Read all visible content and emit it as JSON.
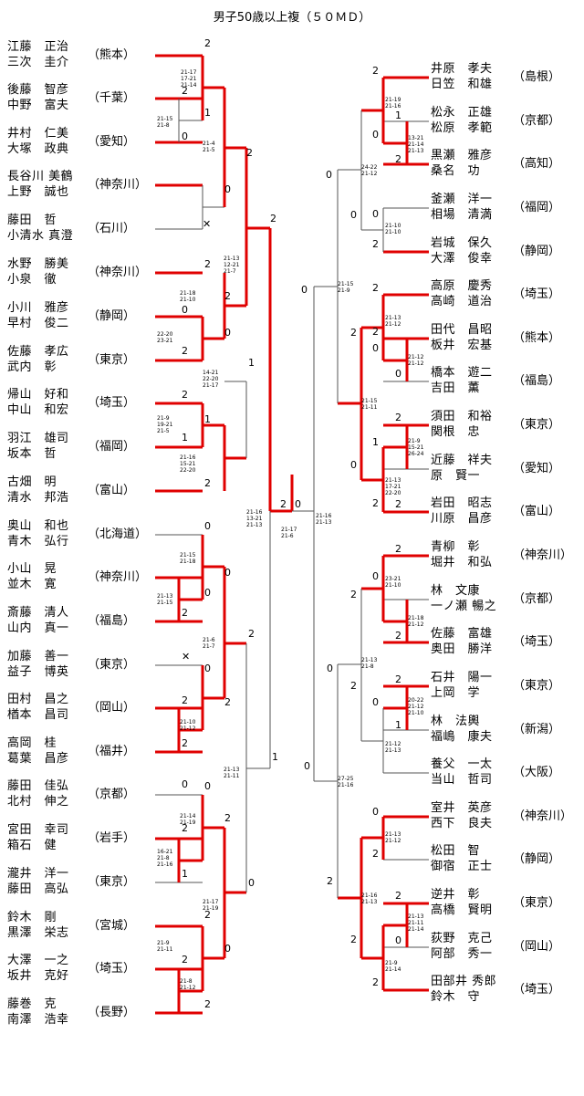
{
  "title": "男子50歳以上複（５０ＭＤ）",
  "left_teams": [
    {
      "p1": "江藤　正治",
      "p2": "三次　圭介",
      "pref": "（熊本）"
    },
    {
      "p1": "後藤　智彦",
      "p2": "中野　富夫",
      "pref": "（千葉）"
    },
    {
      "p1": "井村　仁美",
      "p2": "大塚　政典",
      "pref": "（愛知）"
    },
    {
      "p1": "長谷川 美鶴",
      "p2": "上野　誠也",
      "pref": "（神奈川）"
    },
    {
      "p1": "藤田　哲",
      "p2": "小清水 真澄",
      "pref": "（石川）"
    },
    {
      "p1": "水野　勝美",
      "p2": "小泉　徹",
      "pref": "（神奈川）"
    },
    {
      "p1": "小川　雅彦",
      "p2": "早村　俊二",
      "pref": "（静岡）"
    },
    {
      "p1": "佐藤　孝広",
      "p2": "武内　彰",
      "pref": "（東京）"
    },
    {
      "p1": "帰山　好和",
      "p2": "中山　和宏",
      "pref": "（埼玉）"
    },
    {
      "p1": "羽江　雄司",
      "p2": "坂本　哲",
      "pref": "（福岡）"
    },
    {
      "p1": "古畑　明",
      "p2": "清水　邦浩",
      "pref": "（富山）"
    },
    {
      "p1": "奥山　和也",
      "p2": "青木　弘行",
      "pref": "（北海道）"
    },
    {
      "p1": "小山　晃",
      "p2": "並木　寛",
      "pref": "（神奈川）"
    },
    {
      "p1": "斎藤　清人",
      "p2": "山内　真一",
      "pref": "（福島）"
    },
    {
      "p1": "加藤　善一",
      "p2": "益子　博英",
      "pref": "（東京）"
    },
    {
      "p1": "田村　昌之",
      "p2": "楢本　昌司",
      "pref": "（岡山）"
    },
    {
      "p1": "高岡　桂",
      "p2": "葛葉　昌彦",
      "pref": "（福井）"
    },
    {
      "p1": "藤田　佳弘",
      "p2": "北村　伸之",
      "pref": "（京都）"
    },
    {
      "p1": "宮田　幸司",
      "p2": "箱石　健",
      "pref": "（岩手）"
    },
    {
      "p1": "瀧井　洋一",
      "p2": "藤田　高弘",
      "pref": "（東京）"
    },
    {
      "p1": "鈴木　剛",
      "p2": "黒澤　栄志",
      "pref": "（宮城）"
    },
    {
      "p1": "大澤　一之",
      "p2": "坂井　克好",
      "pref": "（埼玉）"
    },
    {
      "p1": "藤巻　克",
      "p2": "南澤　浩幸",
      "pref": "（長野）"
    }
  ],
  "right_teams": [
    {
      "p1": "井原　孝夫",
      "p2": "日笠　和雄",
      "pref": "（島根）"
    },
    {
      "p1": "松永　正雄",
      "p2": "松原　孝範",
      "pref": "（京都）"
    },
    {
      "p1": "黒瀬　雅彦",
      "p2": "桑名　功",
      "pref": "（高知）"
    },
    {
      "p1": "釜瀬　洋一",
      "p2": "相場　清満",
      "pref": "（福岡）"
    },
    {
      "p1": "岩城　保久",
      "p2": "大澤　俊幸",
      "pref": "（静岡）"
    },
    {
      "p1": "高原　慶秀",
      "p2": "高崎　道治",
      "pref": "（埼玉）"
    },
    {
      "p1": "田代　昌昭",
      "p2": "板井　宏基",
      "pref": "（熊本）"
    },
    {
      "p1": "橋本　遊二",
      "p2": "吉田　薫",
      "pref": "（福島）"
    },
    {
      "p1": "須田　和裕",
      "p2": "関根　忠",
      "pref": "（東京）"
    },
    {
      "p1": "近藤　祥夫",
      "p2": "原　賢一",
      "pref": "（愛知）"
    },
    {
      "p1": "岩田　昭志",
      "p2": "川原　昌彦",
      "pref": "（富山）"
    },
    {
      "p1": "青柳　彰",
      "p2": "堀井　和弘",
      "pref": "（神奈川）"
    },
    {
      "p1": "林　文康",
      "p2": "一ノ瀬 暢之",
      "pref": "（京都）"
    },
    {
      "p1": "佐藤　富雄",
      "p2": "奥田　勝洋",
      "pref": "（埼玉）"
    },
    {
      "p1": "石井　陽一",
      "p2": "上岡　学",
      "pref": "（東京）"
    },
    {
      "p1": "林　法輿",
      "p2": "福嶋　康夫",
      "pref": "（新潟）"
    },
    {
      "p1": "養父　一太",
      "p2": "当山　哲司",
      "pref": "（大阪）"
    },
    {
      "p1": "室井　英彦",
      "p2": "西下　良夫",
      "pref": "（神奈川）"
    },
    {
      "p1": "松田　智",
      "p2": "御宿　正士",
      "pref": "（静岡）"
    },
    {
      "p1": "逆井　彰",
      "p2": "高橋　賢明",
      "pref": "（東京）"
    },
    {
      "p1": "荻野　克己",
      "p2": "阿部　秀一",
      "pref": "（岡山）"
    },
    {
      "p1": "田部井 秀郎",
      "p2": "鈴木　守",
      "pref": "（埼玉）"
    }
  ],
  "results": {
    "l1": "2",
    "l2": "2",
    "l2b": "1",
    "l3": "0",
    "l4": "0",
    "l5": "✕",
    "l12": "2",
    "l12b": "0",
    "l1234": "2",
    "l6": "2",
    "l7": "0",
    "l7b": "0",
    "l8": "2",
    "l67": "2",
    "l678": "1",
    "l9": "2",
    "l10": "1",
    "l10b": "1",
    "l11": "2",
    "l911": "1",
    "lA": "2",
    "lfin": "2",
    "l12r": "0",
    "l13": "0",
    "l14": "2",
    "l13b": "0",
    "l15": "✕",
    "l16": "2",
    "l16b": "0",
    "l17": "2",
    "l1517": "2",
    "lB1": "2",
    "l18": "0",
    "l19": "2",
    "l20": "1",
    "l19b": "2",
    "l21": "2",
    "l22": "0",
    "l23": "2",
    "l22b": "2",
    "l1823": "0",
    "lB2": "0",
    "lB": "1",
    "r1": "2",
    "r2": "1",
    "r3": "2",
    "r23": "0",
    "r4": "0",
    "r5": "2",
    "r45": "0",
    "rA1": "0",
    "r6": "2",
    "r7": "2",
    "r8": "0",
    "r78": "0",
    "r9": "2",
    "r10": "1",
    "r10b": "2",
    "r11": "2",
    "r911": "0",
    "rA2": "2",
    "rA": "0",
    "r12": "2",
    "r13": "0",
    "r14": "2",
    "r14b": "2",
    "r15": "2",
    "r16": "1",
    "r16b": "0",
    "r17": "2",
    "r1517": "0",
    "rB1": "0",
    "r18": "0",
    "r19": "2",
    "r20": "2",
    "r21": "0",
    "r2021": "2",
    "r22": "2",
    "rB2": "2",
    "rB": "0",
    "center_l": "2",
    "center_r": "0"
  },
  "scores": {
    "s_l1": "21-17\n17-21\n21-14",
    "s_l23": "21-15\n21-8",
    "s_l1234": "21-4\n21-5",
    "s_l67": "21-18\n21-10",
    "s_l78": "22-20\n23-21",
    "s_l678": "14-21\n22-20\n21-17",
    "s_l910": "21-9\n19-21\n21-5",
    "s_l911": "21-16\n15-21\n22-20",
    "s_lA": "21-13\n12-21\n21-7",
    "s_lfin": "21-16\n13-21\n21-13",
    "s_l13": "21-15\n21-18",
    "s_l1314": "21-13\n21-15",
    "s_lB1": "21-6\n21-7",
    "s_l1617": "21-10\n21-12",
    "s_lB": "21-13\n21-11",
    "s_l1819": "21-14\n21-19",
    "s_l1920": "16-21\n21-8\n21-16",
    "s_lB2": "21-17\n21-19",
    "s_l2122": "21-9\n21-11",
    "s_l2223": "21-8\n21-12",
    "s_center": "21-17\n21-6",
    "s_r1": "21-19\n21-16",
    "s_r23": "13-21\n21-14\n21-13",
    "s_rA1": "24-22\n21-12",
    "s_r45": "21-10\n21-10",
    "s_rA": "21-15\n21-9",
    "s_r67": "21-13\n21-12",
    "s_r78": "21-12\n21-12",
    "s_rA2": "21-15\n21-11",
    "s_r910": "21-9\n15-21\n26-24",
    "s_r911": "21-13\n17-21\n22-20",
    "s_rfin": "21-16\n21-13",
    "s_r1213": "23-21\n21-10",
    "s_r1314": "21-18\n21-12",
    "s_rB1": "21-13\n21-8",
    "s_r1516": "20-22\n21-12\n21-10",
    "s_r1517": "21-12\n21-13",
    "s_rB": "27-25\n21-16",
    "s_r1819": "21-13\n21-12",
    "s_rB2": "21-16\n21-13",
    "s_r2021": "21-13\n21-11\n21-14",
    "s_r2022": "21-9\n21-14"
  }
}
